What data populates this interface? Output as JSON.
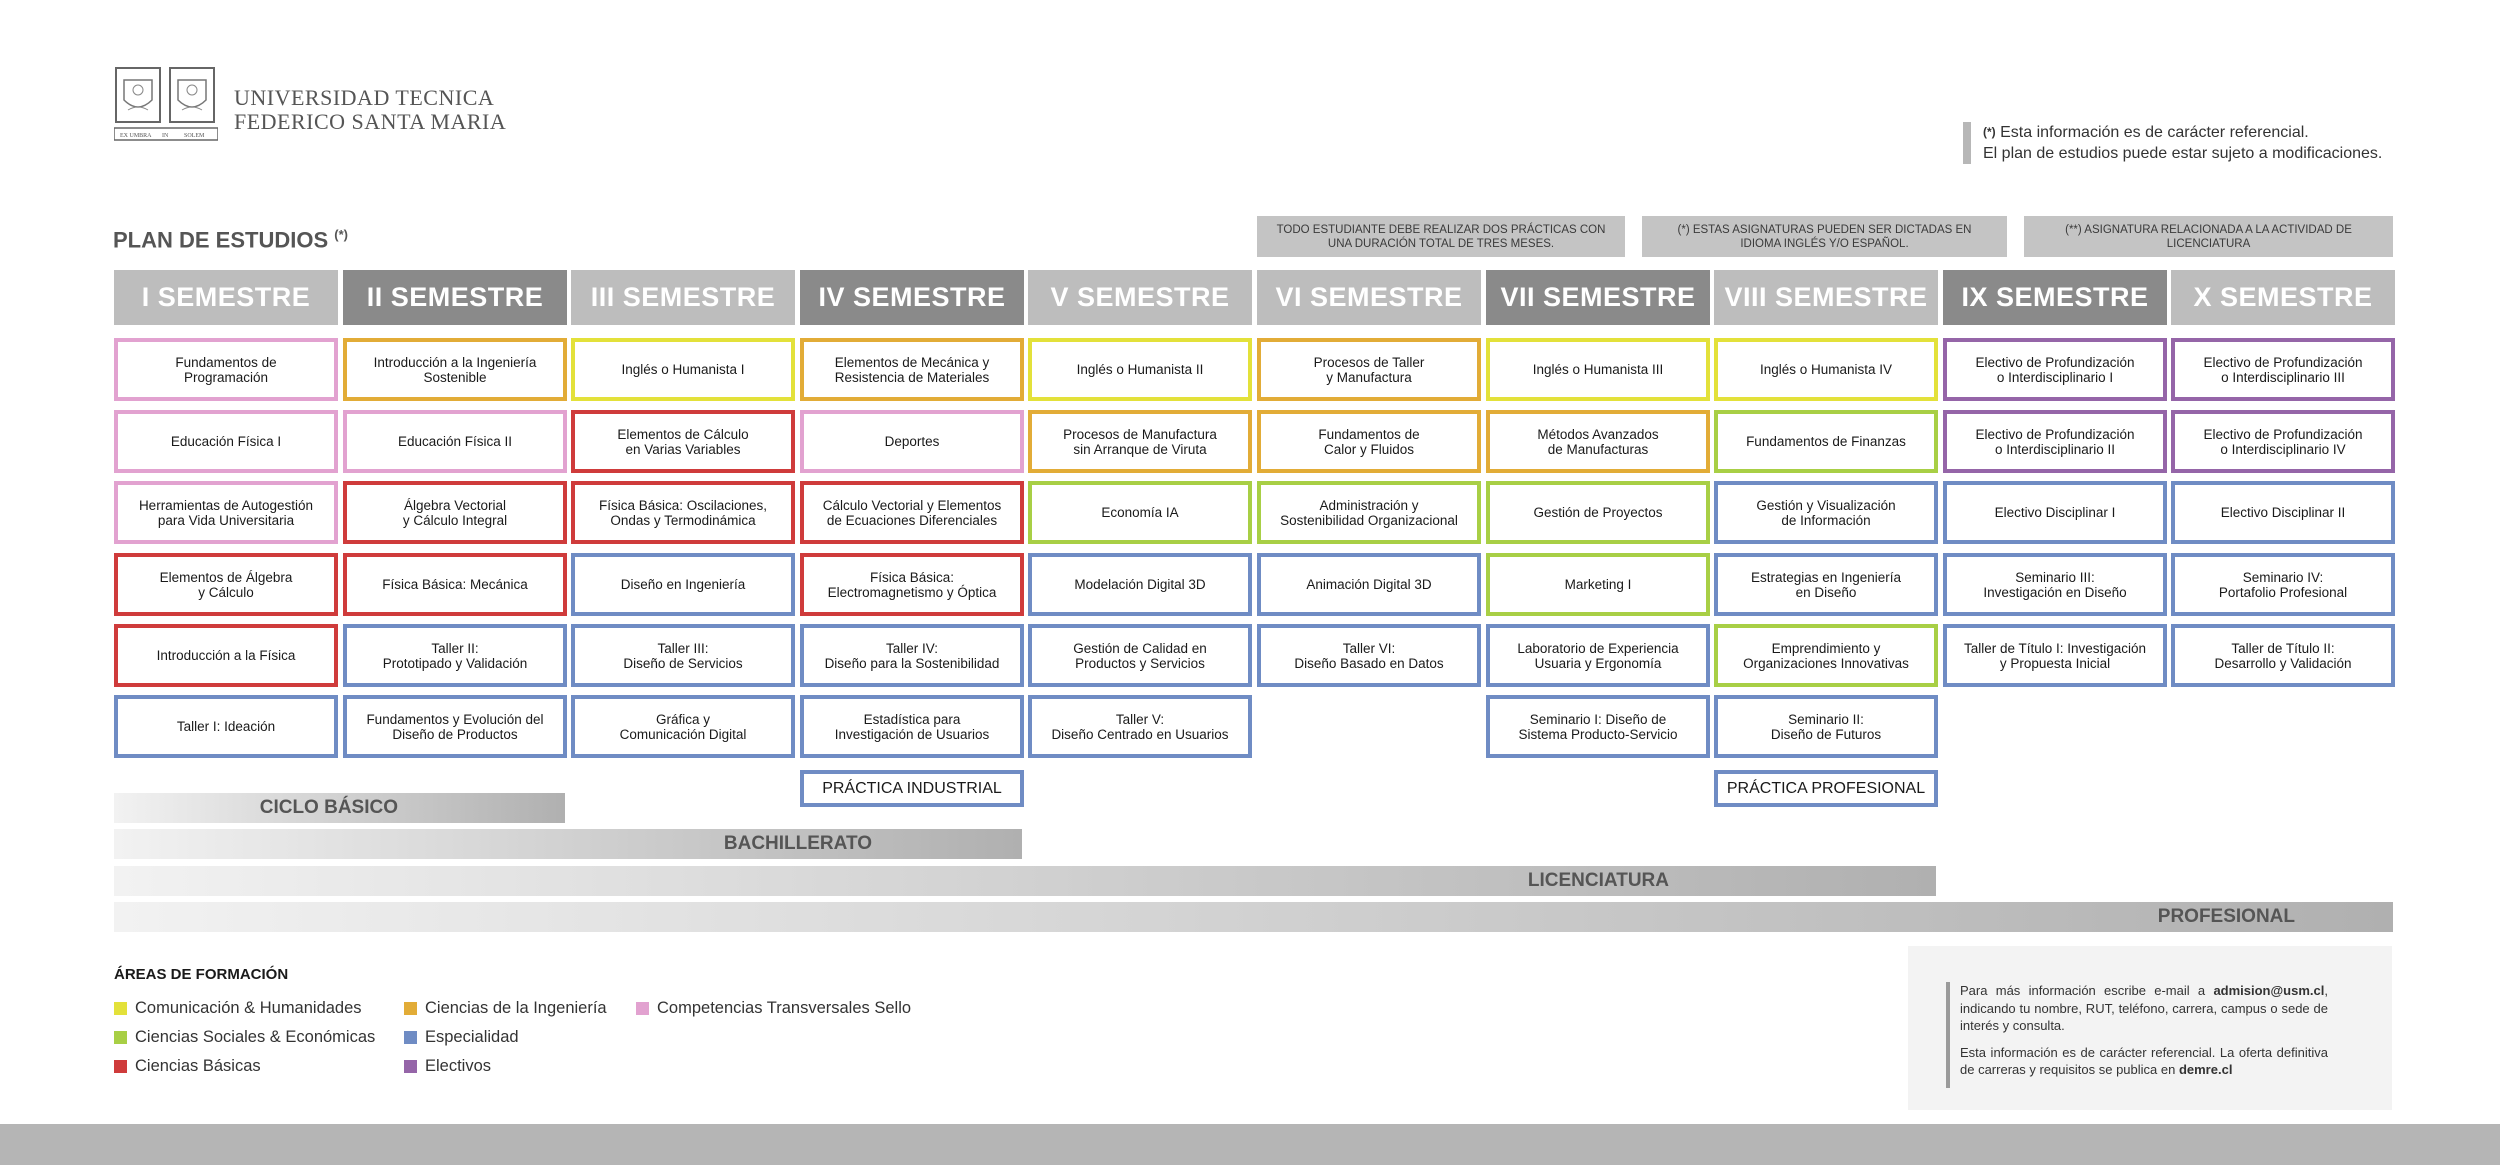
{
  "header": {
    "university_line1": "UNIVERSIDAD TECNICA",
    "university_line2": "FEDERICO SANTA MARIA",
    "logo_motto_left": "EX UMBRA",
    "logo_motto_mid": "IN",
    "logo_motto_right": "SOLEM",
    "ref_mark": "(*)",
    "ref_line1": "Esta información es de carácter referencial.",
    "ref_line2": "El plan de estudios puede estar sujeto a modificaciones.",
    "plan_title": "PLAN DE ESTUDIOS",
    "plan_title_mark": "(*)"
  },
  "notes": [
    "TODO ESTUDIANTE DEBE REALIZAR DOS PRÁCTICAS CON UNA DURACIÓN TOTAL DE TRES MESES.",
    "(*) ESTAS ASIGNATURAS PUEDEN SER DICTADAS EN IDIOMA INGLÉS Y/O ESPAÑOL.",
    "(**) ASIGNATURA RELACIONADA A LA ACTIVIDAD DE LICENCIATURA"
  ],
  "colors": {
    "yellow": "#e3e13a",
    "orange": "#e2ac37",
    "pink": "#e2a2d0",
    "green": "#a8cf45",
    "red": "#cf3b3b",
    "blue": "#6f8cc4",
    "purple": "#9565a8"
  },
  "semesters": [
    {
      "label": "I SEMESTRE",
      "shade": "light",
      "courses": [
        {
          "name": "Fundamentos de\nProgramación",
          "area": "pink"
        },
        {
          "name": "Educación Física I",
          "area": "pink"
        },
        {
          "name": "Herramientas de Autogestión\npara Vida Universitaria",
          "area": "pink"
        },
        {
          "name": "Elementos de Álgebra\ny Cálculo",
          "area": "red"
        },
        {
          "name": "Introducción a la Física",
          "area": "red"
        },
        {
          "name": "Taller I: Ideación",
          "area": "blue"
        }
      ]
    },
    {
      "label": "II SEMESTRE",
      "shade": "dark",
      "courses": [
        {
          "name": "Introducción a la Ingeniería\nSostenible",
          "area": "orange"
        },
        {
          "name": "Educación Física II",
          "area": "pink"
        },
        {
          "name": "Álgebra Vectorial\ny Cálculo Integral",
          "area": "red"
        },
        {
          "name": "Física Básica: Mecánica",
          "area": "red"
        },
        {
          "name": "Taller II:\nPrototipado y Validación",
          "area": "blue"
        },
        {
          "name": "Fundamentos y Evolución del\nDiseño de Productos",
          "area": "blue"
        }
      ]
    },
    {
      "label": "III SEMESTRE",
      "shade": "light",
      "courses": [
        {
          "name": "Inglés o Humanista I",
          "area": "yellow"
        },
        {
          "name": "Elementos de Cálculo\nen Varias Variables",
          "area": "red"
        },
        {
          "name": "Física Básica: Oscilaciones,\nOndas y Termodinámica",
          "area": "red"
        },
        {
          "name": "Diseño en Ingeniería",
          "area": "blue"
        },
        {
          "name": "Taller III:\nDiseño de Servicios",
          "area": "blue"
        },
        {
          "name": "Gráfica y\nComunicación Digital",
          "area": "blue"
        }
      ]
    },
    {
      "label": "IV SEMESTRE",
      "shade": "dark",
      "courses": [
        {
          "name": "Elementos de Mecánica y\nResistencia de Materiales",
          "area": "orange"
        },
        {
          "name": "Deportes",
          "area": "pink"
        },
        {
          "name": "Cálculo Vectorial y Elementos\nde Ecuaciones Diferenciales",
          "area": "red"
        },
        {
          "name": "Física Básica:\nElectromagnetismo y Óptica",
          "area": "red"
        },
        {
          "name": "Taller IV:\nDiseño para la Sostenibilidad",
          "area": "blue"
        },
        {
          "name": "Estadística para\nInvestigación de Usuarios",
          "area": "blue"
        }
      ],
      "practice": "PRÁCTICA INDUSTRIAL"
    },
    {
      "label": "V SEMESTRE",
      "shade": "light",
      "courses": [
        {
          "name": "Inglés o Humanista II",
          "area": "yellow"
        },
        {
          "name": "Procesos de Manufactura\nsin Arranque de Viruta",
          "area": "orange"
        },
        {
          "name": "Economía IA",
          "area": "green"
        },
        {
          "name": "Modelación Digital 3D",
          "area": "blue"
        },
        {
          "name": "Gestión de Calidad en\nProductos y Servicios",
          "area": "blue"
        },
        {
          "name": "Taller V:\nDiseño Centrado en Usuarios",
          "area": "blue"
        }
      ]
    },
    {
      "label": "VI SEMESTRE",
      "shade": "light",
      "courses": [
        {
          "name": "Procesos de Taller\ny Manufactura",
          "area": "orange"
        },
        {
          "name": "Fundamentos de\nCalor y Fluidos",
          "area": "orange"
        },
        {
          "name": "Administración y\nSostenibilidad Organizacional",
          "area": "green"
        },
        {
          "name": "Animación Digital 3D",
          "area": "blue"
        },
        {
          "name": "Taller VI:\nDiseño Basado en Datos",
          "area": "blue"
        }
      ]
    },
    {
      "label": "VII SEMESTRE",
      "shade": "dark",
      "courses": [
        {
          "name": "Inglés o Humanista III",
          "area": "yellow"
        },
        {
          "name": "Métodos Avanzados\nde Manufacturas",
          "area": "orange"
        },
        {
          "name": "Gestión de Proyectos",
          "area": "green"
        },
        {
          "name": "Marketing I",
          "area": "green"
        },
        {
          "name": "Laboratorio de Experiencia\nUsuaria y Ergonomía",
          "area": "blue"
        },
        {
          "name": "Seminario I: Diseño de\nSistema Producto-Servicio",
          "area": "blue"
        }
      ]
    },
    {
      "label": "VIII SEMESTRE",
      "shade": "light",
      "courses": [
        {
          "name": "Inglés o Humanista IV",
          "area": "yellow"
        },
        {
          "name": "Fundamentos de Finanzas",
          "area": "green"
        },
        {
          "name": "Gestión y Visualización\nde Información",
          "area": "blue"
        },
        {
          "name": "Estrategias en Ingeniería\nen Diseño",
          "area": "blue"
        },
        {
          "name": "Emprendimiento y\nOrganizaciones Innovativas",
          "area": "green"
        },
        {
          "name": "Seminario II:\nDiseño de Futuros",
          "area": "blue"
        }
      ],
      "practice": "PRÁCTICA PROFESIONAL"
    },
    {
      "label": "IX SEMESTRE",
      "shade": "dark",
      "courses": [
        {
          "name": "Electivo de Profundización\no Interdisciplinario I",
          "area": "purple"
        },
        {
          "name": "Electivo de Profundización\no Interdisciplinario II",
          "area": "purple"
        },
        {
          "name": "Electivo Disciplinar I",
          "area": "blue"
        },
        {
          "name": "Seminario III:\nInvestigación en Diseño",
          "area": "blue"
        },
        {
          "name": "Taller de Título I: Investigación\ny Propuesta Inicial",
          "area": "blue"
        }
      ]
    },
    {
      "label": "X SEMESTRE",
      "shade": "light",
      "courses": [
        {
          "name": "Electivo de Profundización\no Interdisciplinario III",
          "area": "purple"
        },
        {
          "name": "Electivo de Profundización\no Interdisciplinario IV",
          "area": "purple"
        },
        {
          "name": "Electivo Disciplinar II",
          "area": "blue"
        },
        {
          "name": "Seminario IV:\nPortafolio Profesional",
          "area": "blue"
        },
        {
          "name": "Taller de Título II:\nDesarrollo y Validación",
          "area": "blue"
        }
      ]
    }
  ],
  "cycles": [
    "CICLO BÁSICO",
    "BACHILLERATO",
    "LICENCIATURA",
    "PROFESIONAL"
  ],
  "legend": {
    "title": "ÁREAS DE FORMACIÓN",
    "items": [
      {
        "label": "Comunicación & Humanidades",
        "color": "#e3e13a"
      },
      {
        "label": "Ciencias Sociales & Económicas",
        "color": "#a8cf45"
      },
      {
        "label": "Ciencias Básicas",
        "color": "#cf3b3b"
      },
      {
        "label": "Ciencias de la Ingeniería",
        "color": "#e2ac37"
      },
      {
        "label": "Especialidad",
        "color": "#6f8cc4"
      },
      {
        "label": "Electivos",
        "color": "#9565a8"
      },
      {
        "label": "Competencias Transversales Sello",
        "color": "#e2a2d0"
      }
    ]
  },
  "contact": {
    "p1_prefix": "Para más información escribe e-mail a ",
    "p1_email": "admision@usm.cl",
    "p1_suffix": ", indicando tu nombre, RUT, teléfono, carrera, campus o sede de interés y consulta.",
    "p2_prefix": "Esta información es de carácter referencial. La oferta definitiva de carreras y requisitos se publica en ",
    "p2_link": "demre.cl"
  }
}
